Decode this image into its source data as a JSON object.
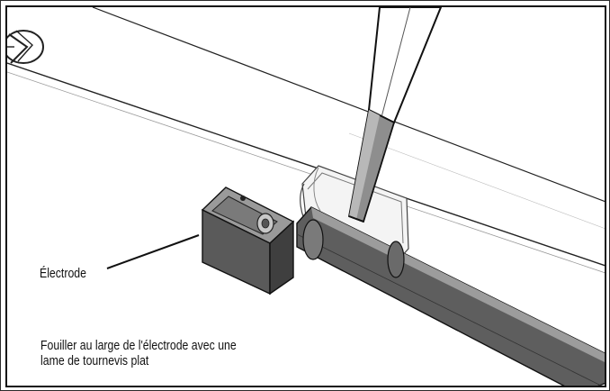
{
  "labels": {
    "electrode": "Électrode"
  },
  "instruction": {
    "line1": "Fouiller au large de l'électrode avec une",
    "line2": "lame de tournevis plat"
  },
  "colors": {
    "outline": "#111111",
    "block_dark": "#4a4a4a",
    "block_mid": "#6f6f6f",
    "rod": "#5a5a5a",
    "screwdriver": "#8a8a8a"
  }
}
